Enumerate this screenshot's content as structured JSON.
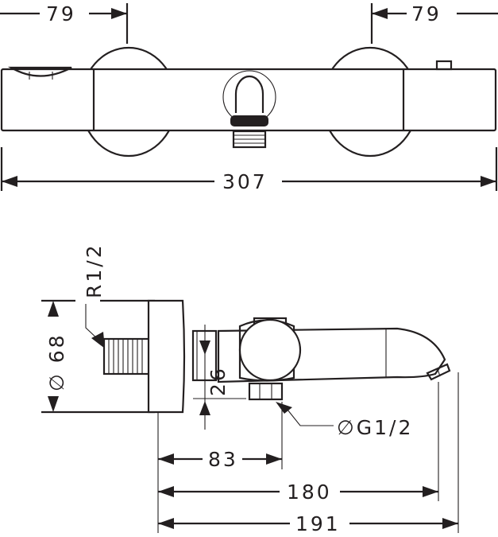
{
  "top_view": {
    "dim_left": "79",
    "dim_right": "79",
    "dim_total": "307"
  },
  "side_view": {
    "thread_inlet": "R1/2",
    "rosette_diameter": "∅ 68",
    "height_offset": "26",
    "outlet_thread": "∅G1/2",
    "dim_83": "83",
    "dim_180": "180",
    "dim_191": "191"
  }
}
